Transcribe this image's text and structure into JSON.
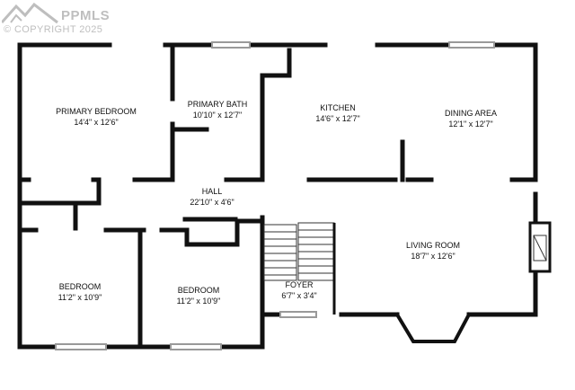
{
  "watermark": {
    "brand": "PPMLS",
    "copyright": "© COPYRIGHT 2025",
    "icon": "mountain-logo-icon"
  },
  "rooms": {
    "primary_bedroom": {
      "name": "PRIMARY BEDROOM",
      "dims": "14'4\" x 12'6\""
    },
    "primary_bath": {
      "name": "PRIMARY BATH",
      "dims": "10'10\" x 12'7\""
    },
    "kitchen": {
      "name": "KITCHEN",
      "dims": "14'6\" x 12'7\""
    },
    "dining_area": {
      "name": "DINING AREA",
      "dims": "12'1\" x 12'7\""
    },
    "hall": {
      "name": "HALL",
      "dims": "22'10\" x 4'6\""
    },
    "living_room": {
      "name": "LIVING ROOM",
      "dims": "18'7\" x 12'6\""
    },
    "bedroom_1": {
      "name": "BEDROOM",
      "dims": "11'2\" x 10'9\""
    },
    "bedroom_2": {
      "name": "BEDROOM",
      "dims": "11'2\" x 10'9\""
    },
    "foyer": {
      "name": "FOYER",
      "dims": "6'7\" x 3'4\""
    }
  },
  "colors": {
    "wall": "#111111",
    "background": "#ffffff",
    "window": "#cfcfcf"
  }
}
